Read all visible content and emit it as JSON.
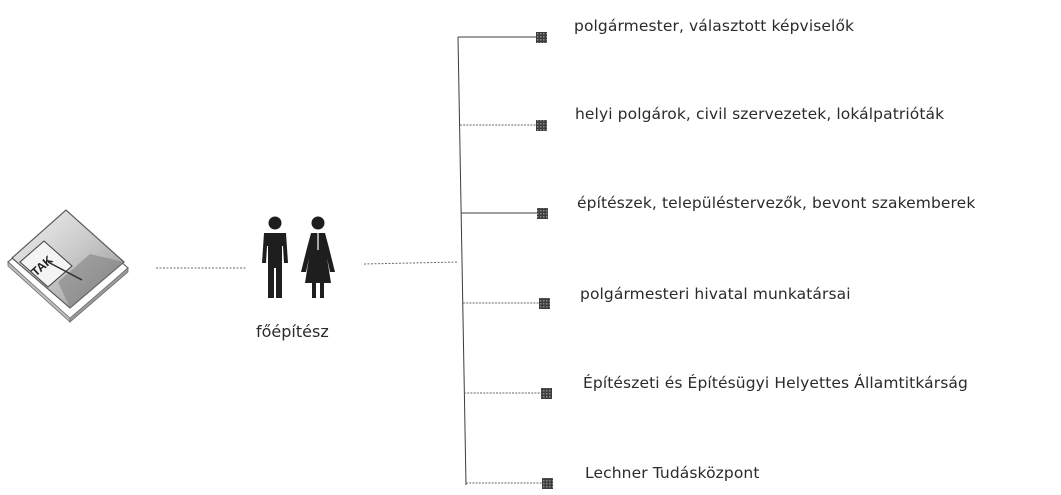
{
  "diagram": {
    "book_icon": {
      "icon": "book-icon",
      "label": "TAK"
    },
    "role": {
      "icon": "people-icon",
      "label": "főépítész"
    },
    "stakeholders": [
      {
        "label": "polgármester, választott képviselők"
      },
      {
        "label": "helyi polgárok, civil szervezetek, lokálpatrióták"
      },
      {
        "label": "építészek, településtervezők, bevont szakemberek"
      },
      {
        "label": "polgármesteri hivatal munkatársai"
      },
      {
        "label": "Építészeti és Építésügyi Helyettes Államtitkárság"
      },
      {
        "label": "Lechner Tudásközpont"
      }
    ],
    "colors": {
      "line": "#6a6a6a",
      "marker": "#4a4a4a",
      "book_light": "#d8d8d8",
      "book_dark": "#7a7a7a",
      "figure": "#1e1e1e"
    }
  }
}
